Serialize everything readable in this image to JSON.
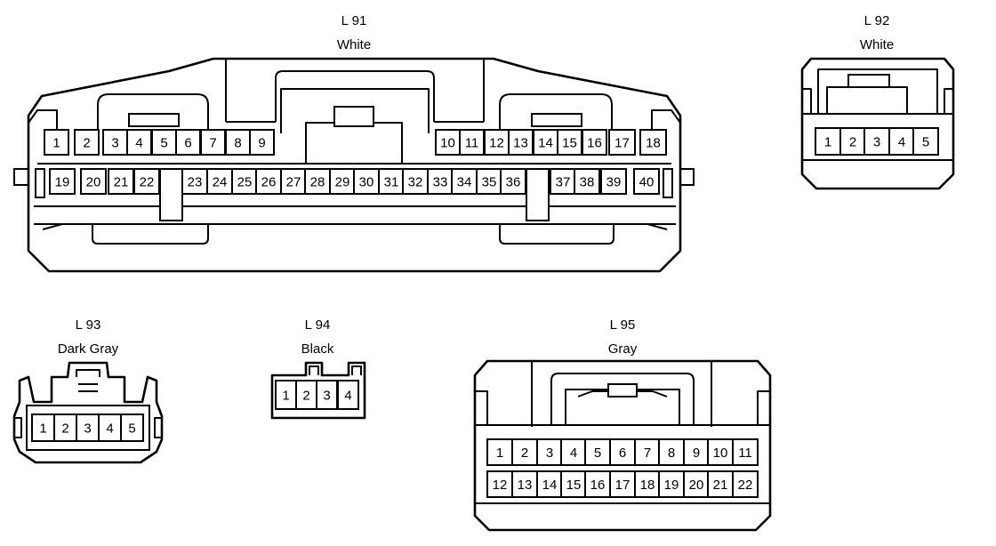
{
  "connectors": [
    {
      "id": "l91",
      "code": "L 91",
      "color": "White",
      "pins": [
        "1",
        "2",
        "3",
        "4",
        "5",
        "6",
        "7",
        "8",
        "9",
        "10",
        "11",
        "12",
        "13",
        "14",
        "15",
        "16",
        "17",
        "18",
        "19",
        "20",
        "21",
        "22",
        "23",
        "24",
        "25",
        "26",
        "27",
        "28",
        "29",
        "30",
        "31",
        "32",
        "33",
        "34",
        "35",
        "36",
        "37",
        "38",
        "39",
        "40"
      ]
    },
    {
      "id": "l92",
      "code": "L 92",
      "color": "White",
      "pins": [
        "1",
        "2",
        "3",
        "4",
        "5"
      ]
    },
    {
      "id": "l93",
      "code": "L 93",
      "color": "Dark Gray",
      "pins": [
        "1",
        "2",
        "3",
        "4",
        "5"
      ]
    },
    {
      "id": "l94",
      "code": "L 94",
      "color": "Black",
      "pins": [
        "1",
        "2",
        "3",
        "4"
      ]
    },
    {
      "id": "l95",
      "code": "L 95",
      "color": "Gray",
      "pins": [
        "1",
        "2",
        "3",
        "4",
        "5",
        "6",
        "7",
        "8",
        "9",
        "10",
        "11",
        "12",
        "13",
        "14",
        "15",
        "16",
        "17",
        "18",
        "19",
        "20",
        "21",
        "22"
      ]
    }
  ]
}
